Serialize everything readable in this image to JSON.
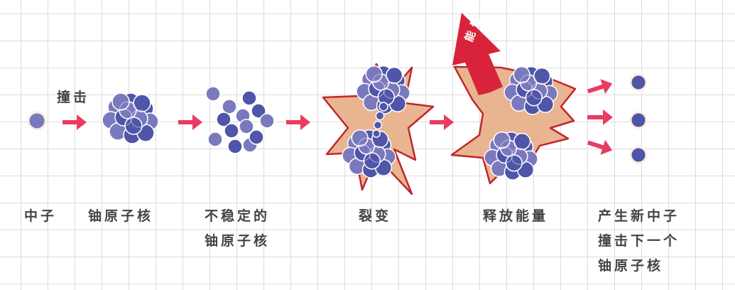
{
  "colors": {
    "neutron_light": "#7b79bd",
    "neutron_dark": "#4f55a8",
    "arrow": "#e83c62",
    "explosion_fill": "#e8b590",
    "explosion_stroke": "#c0262d",
    "energy_arrow": "#d8233a"
  },
  "hit_label": "撞击",
  "energy_label": "能量",
  "steps": [
    {
      "lines": [
        "中子"
      ]
    },
    {
      "lines": [
        "铀原子核"
      ]
    },
    {
      "lines": [
        "不稳定的",
        "铀原子核"
      ]
    },
    {
      "lines": [
        "裂变"
      ]
    },
    {
      "lines": [
        "释放能量"
      ]
    },
    {
      "lines": [
        "产生新中子",
        "撞击下一个",
        "铀原子核"
      ]
    }
  ]
}
